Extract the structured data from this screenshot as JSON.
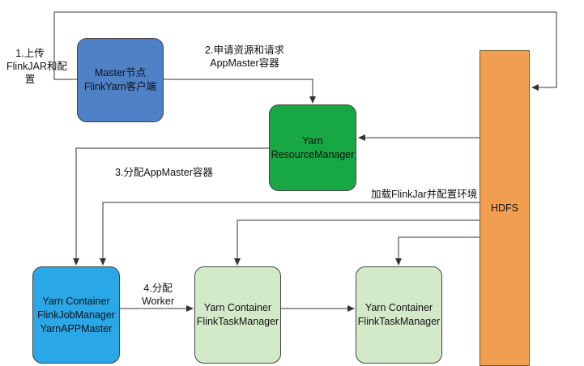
{
  "colors": {
    "master": "#4f81c7",
    "resource_manager": "#17a745",
    "job_manager": "#2aa7e6",
    "task_manager": "#d3eac9",
    "hdfs": "#f29e50",
    "edge": "#333333"
  },
  "nodes": {
    "master": {
      "lines": [
        "Master节点",
        "FlinkYarn客户端"
      ]
    },
    "resource_manager": {
      "lines": [
        "Yarn",
        "ResourceManager"
      ]
    },
    "job_manager": {
      "lines": [
        "Yarn Container",
        "FlinkJobManager",
        "YarnAPPMaster"
      ]
    },
    "task_manager_1": {
      "lines": [
        "Yarn Container",
        "FlinkTaskManager"
      ]
    },
    "task_manager_2": {
      "lines": [
        "Yarn Container",
        "FlinkTaskManager"
      ]
    },
    "hdfs": {
      "lines": [
        "HDFS"
      ]
    }
  },
  "edge_labels": {
    "upload": [
      "1.上传",
      "FlinkJAR和配",
      "置"
    ],
    "request": [
      "2.申请资源和请求",
      "AppMaster容器"
    ],
    "allocate_master": "3.分配AppMaster容器",
    "load": "加载FlinkJar并配置环境",
    "allocate_worker": [
      "4.分配",
      "Worker"
    ]
  }
}
